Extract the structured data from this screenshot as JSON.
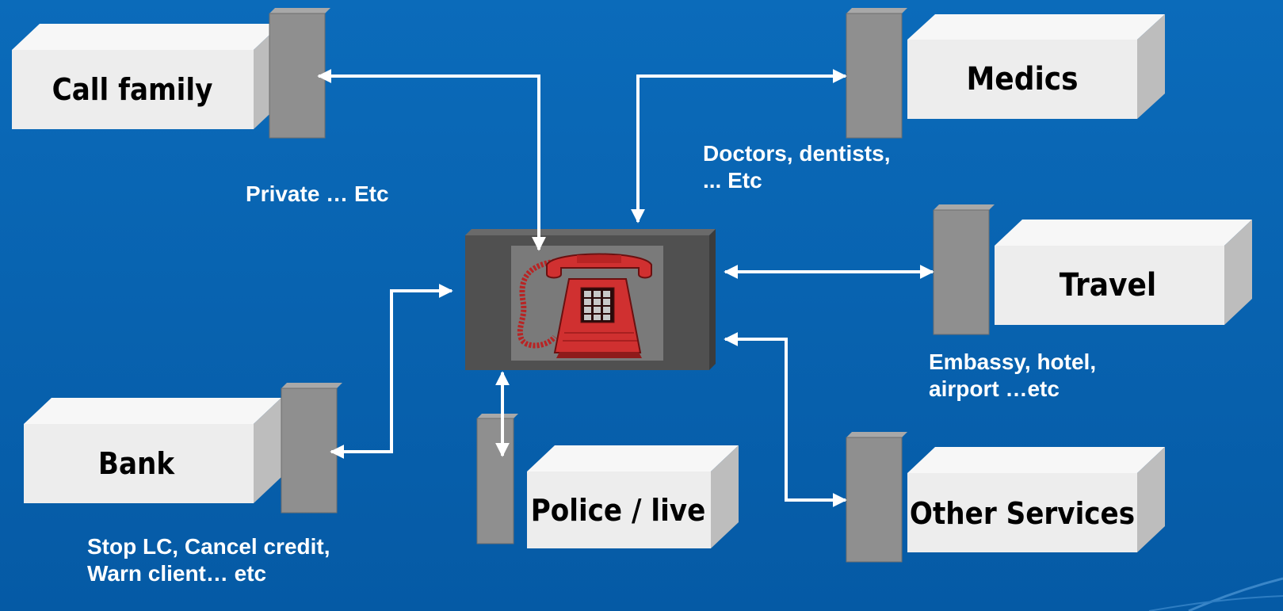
{
  "boxes": {
    "call_family": "Call family",
    "medics": "Medics",
    "travel": "Travel",
    "bank": "Bank",
    "police": "Police / live",
    "other": "Other Services"
  },
  "notes": {
    "private": "Private … Etc",
    "doctors": "Doctors, dentists,\n... Etc",
    "embassy": "Embassy, hotel,\nairport …etc",
    "bank": "Stop LC, Cancel credit,\nWarn client… etc"
  },
  "colors": {
    "background": "#0763B0",
    "box_front": "#EDEDED",
    "box_top": "#F7F7F7",
    "box_side": "#BDBDBD",
    "pillar": "#8F8F8F",
    "arrow": "#FFFFFF",
    "phone": "#D03030",
    "phone_panel": "#505050"
  },
  "icons": {
    "center": "red-telephone-icon"
  }
}
